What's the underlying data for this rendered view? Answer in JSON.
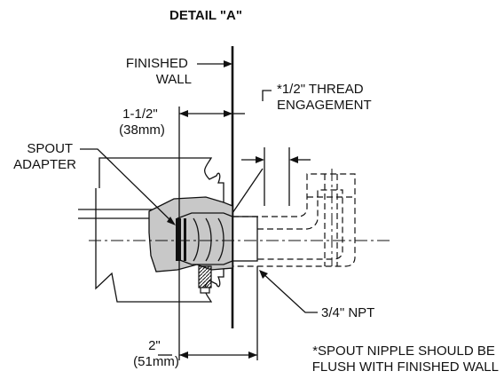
{
  "title": "DETAIL \"A\"",
  "labels": {
    "finished_wall": [
      "FINISHED",
      "WALL"
    ],
    "thread_engagement": [
      "*1/2\" THREAD",
      "ENGAGEMENT"
    ],
    "dim_top": [
      "1-1/2\"",
      "(38mm)"
    ],
    "spout_adapter": [
      "SPOUT",
      "ADAPTER"
    ],
    "npt": "3/4\" NPT",
    "dim_bottom": [
      "2\"",
      "(51mm)"
    ],
    "note": [
      "*SPOUT NIPPLE SHOULD BE",
      "FLUSH WITH FINISHED WALL"
    ]
  },
  "colors": {
    "line": "#111111",
    "shade": "#c8c8c8",
    "background": "#ffffff"
  }
}
